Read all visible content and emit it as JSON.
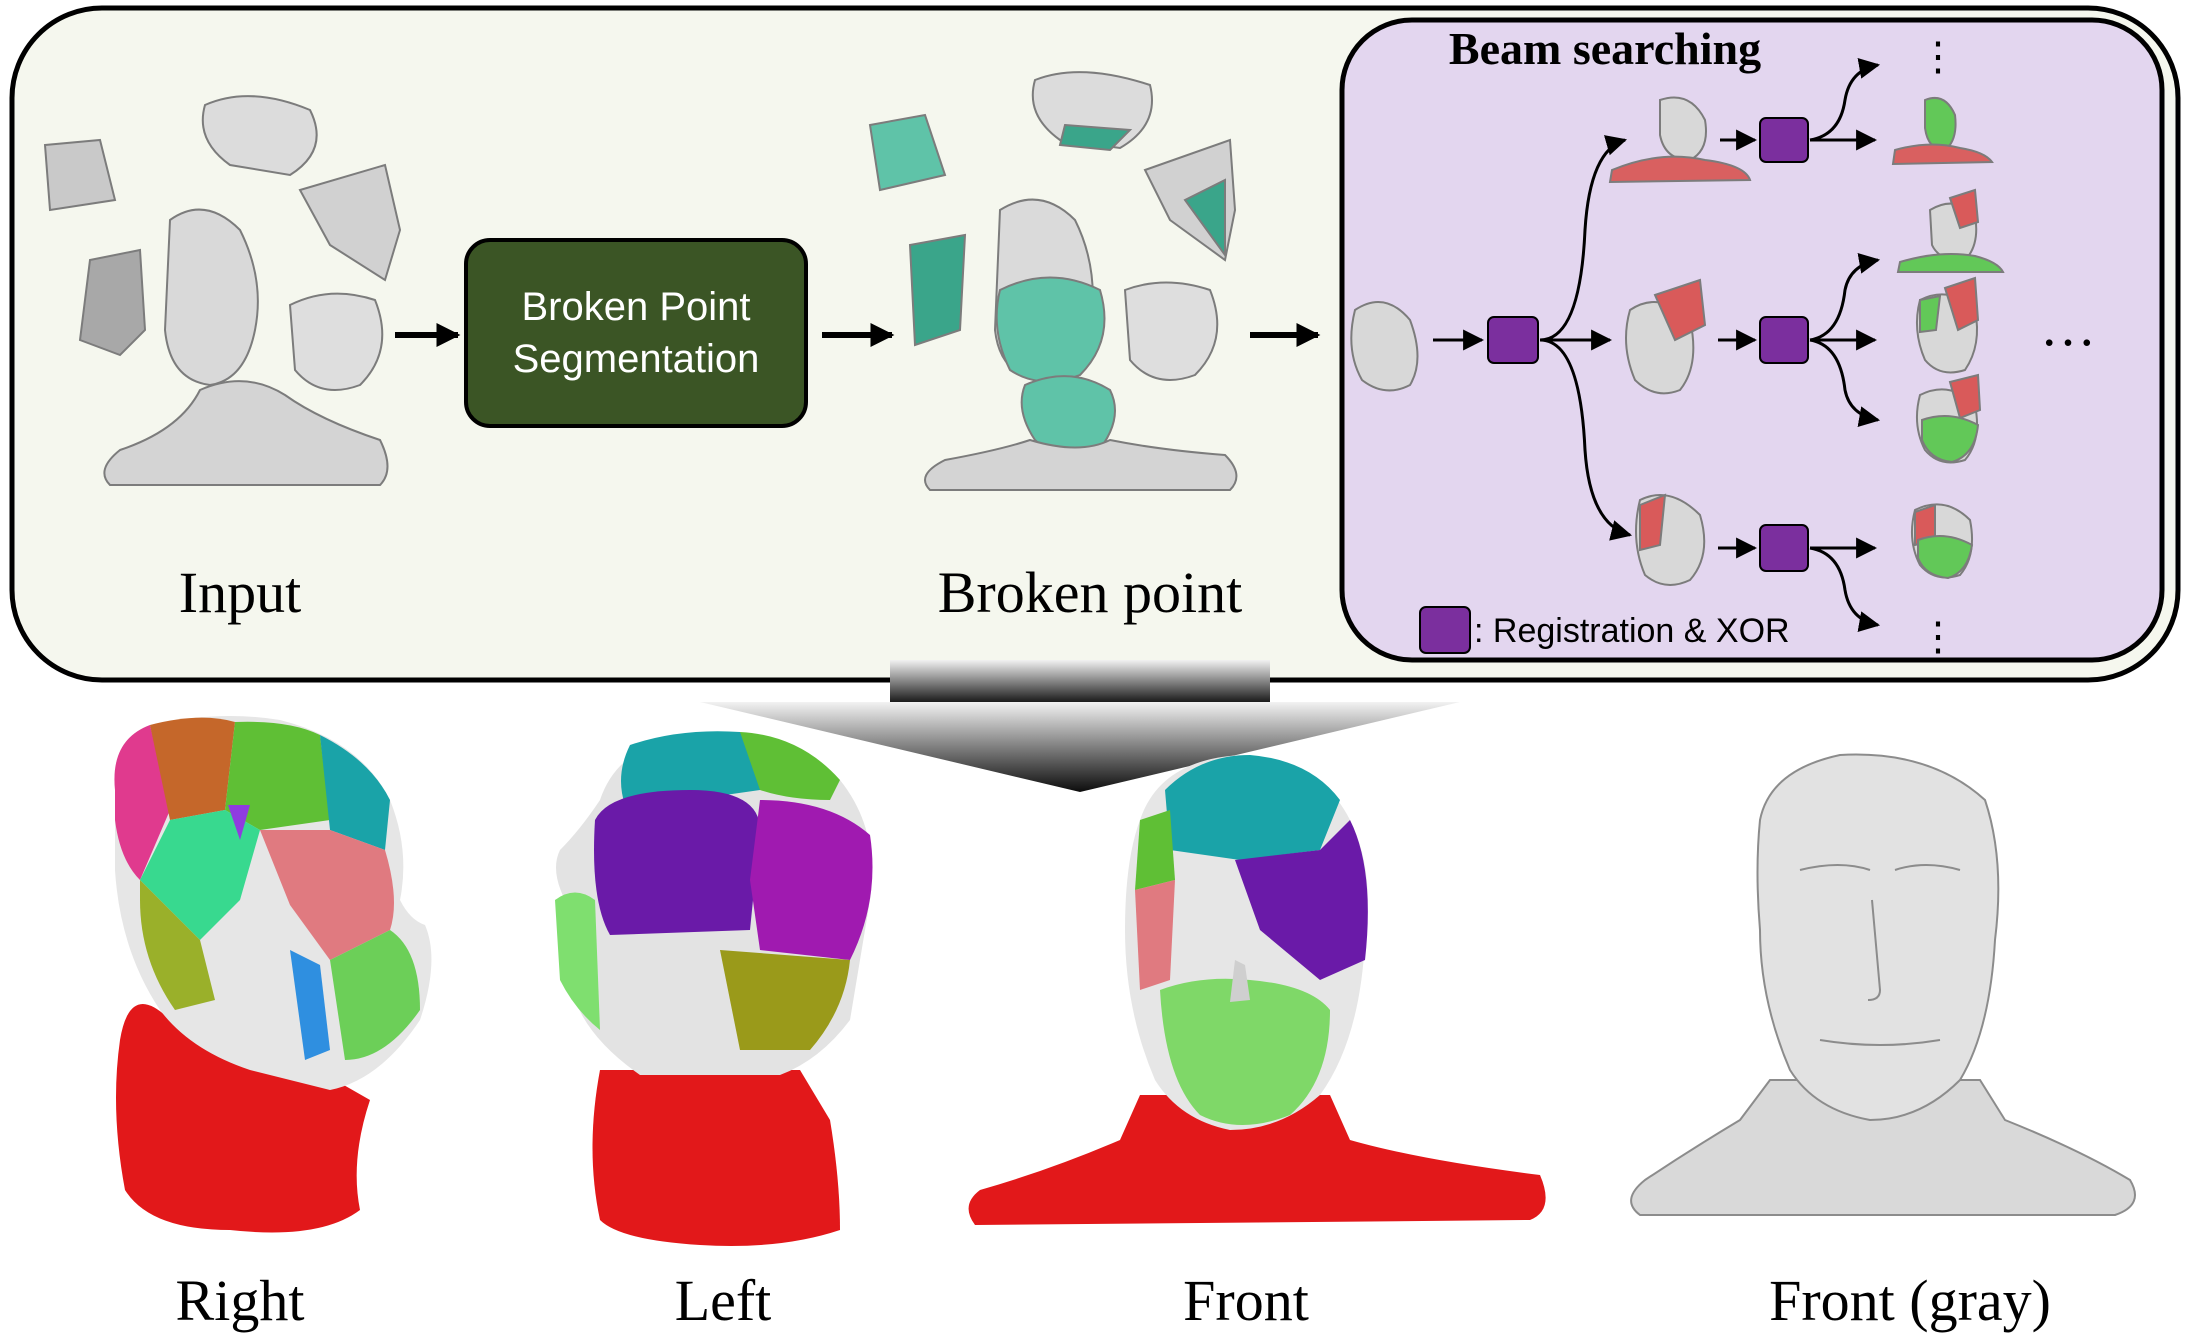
{
  "pipeline": {
    "input_label": "Input",
    "segmentation_box": {
      "line1": "Broken Point",
      "line2": "Segmentation"
    },
    "broken_label": "Broken point"
  },
  "beam": {
    "title": "Beam searching",
    "legend_text": ": Registration & XOR",
    "ellipsis": "…",
    "vdots": "⋮"
  },
  "results": {
    "right": "Right",
    "left": "Left",
    "front": "Front",
    "front_gray": "Front (gray)"
  },
  "colors": {
    "panel_bg": "#f5f7ee",
    "beam_bg": "#e3d6ef",
    "seg_box": "#3b5525",
    "reg_box": "#7b2f9e",
    "broken_teal": "#5fc3a8",
    "mesh_gray": "#d6d6d6",
    "red": "#e2181a",
    "green": "#6fd25a",
    "teal": "#1aa3a8",
    "purple": "#6a1aa8"
  }
}
